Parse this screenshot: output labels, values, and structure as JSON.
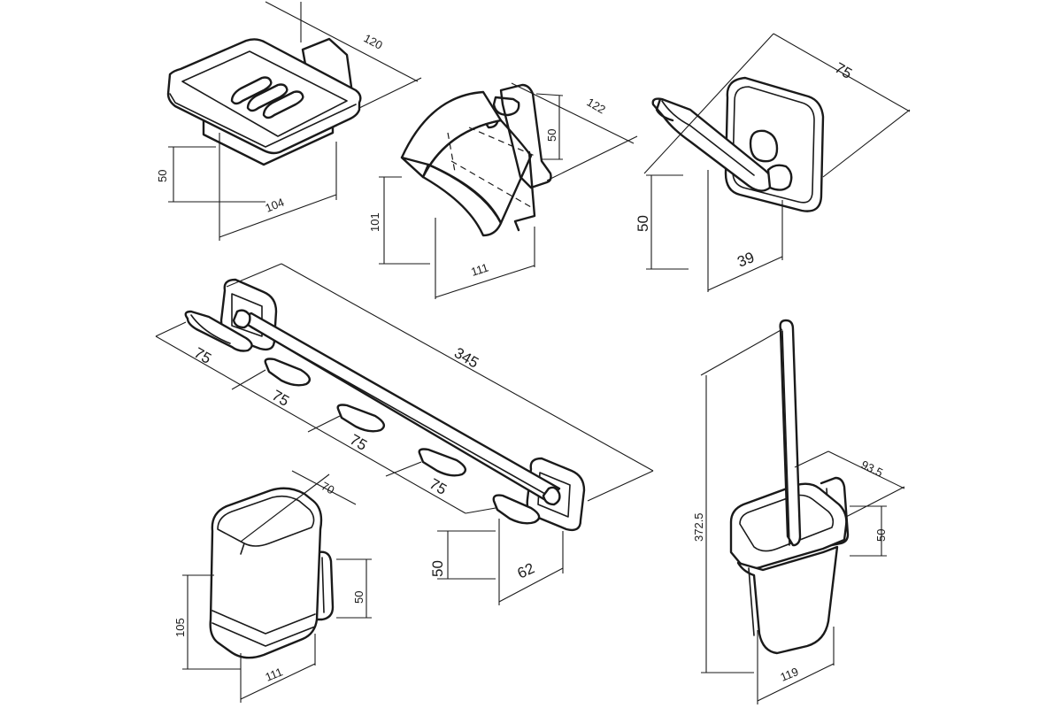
{
  "soap_dish": {
    "length": "120",
    "height": "50",
    "width": "104"
  },
  "paper_holder": {
    "length": "122",
    "mount": "50",
    "height": "101",
    "width": "111"
  },
  "hook": {
    "length": "75",
    "height": "50",
    "width": "39"
  },
  "hook_rail": {
    "length": "345",
    "spacing_1": "75",
    "spacing_2": "75",
    "spacing_3": "75",
    "spacing_4": "75",
    "height": "50",
    "depth": "62"
  },
  "tumbler": {
    "length": "70",
    "mount": "50",
    "height": "105",
    "width": "111"
  },
  "brush": {
    "height": "372.5",
    "length": "93.5",
    "mount": "50",
    "width": "119"
  }
}
